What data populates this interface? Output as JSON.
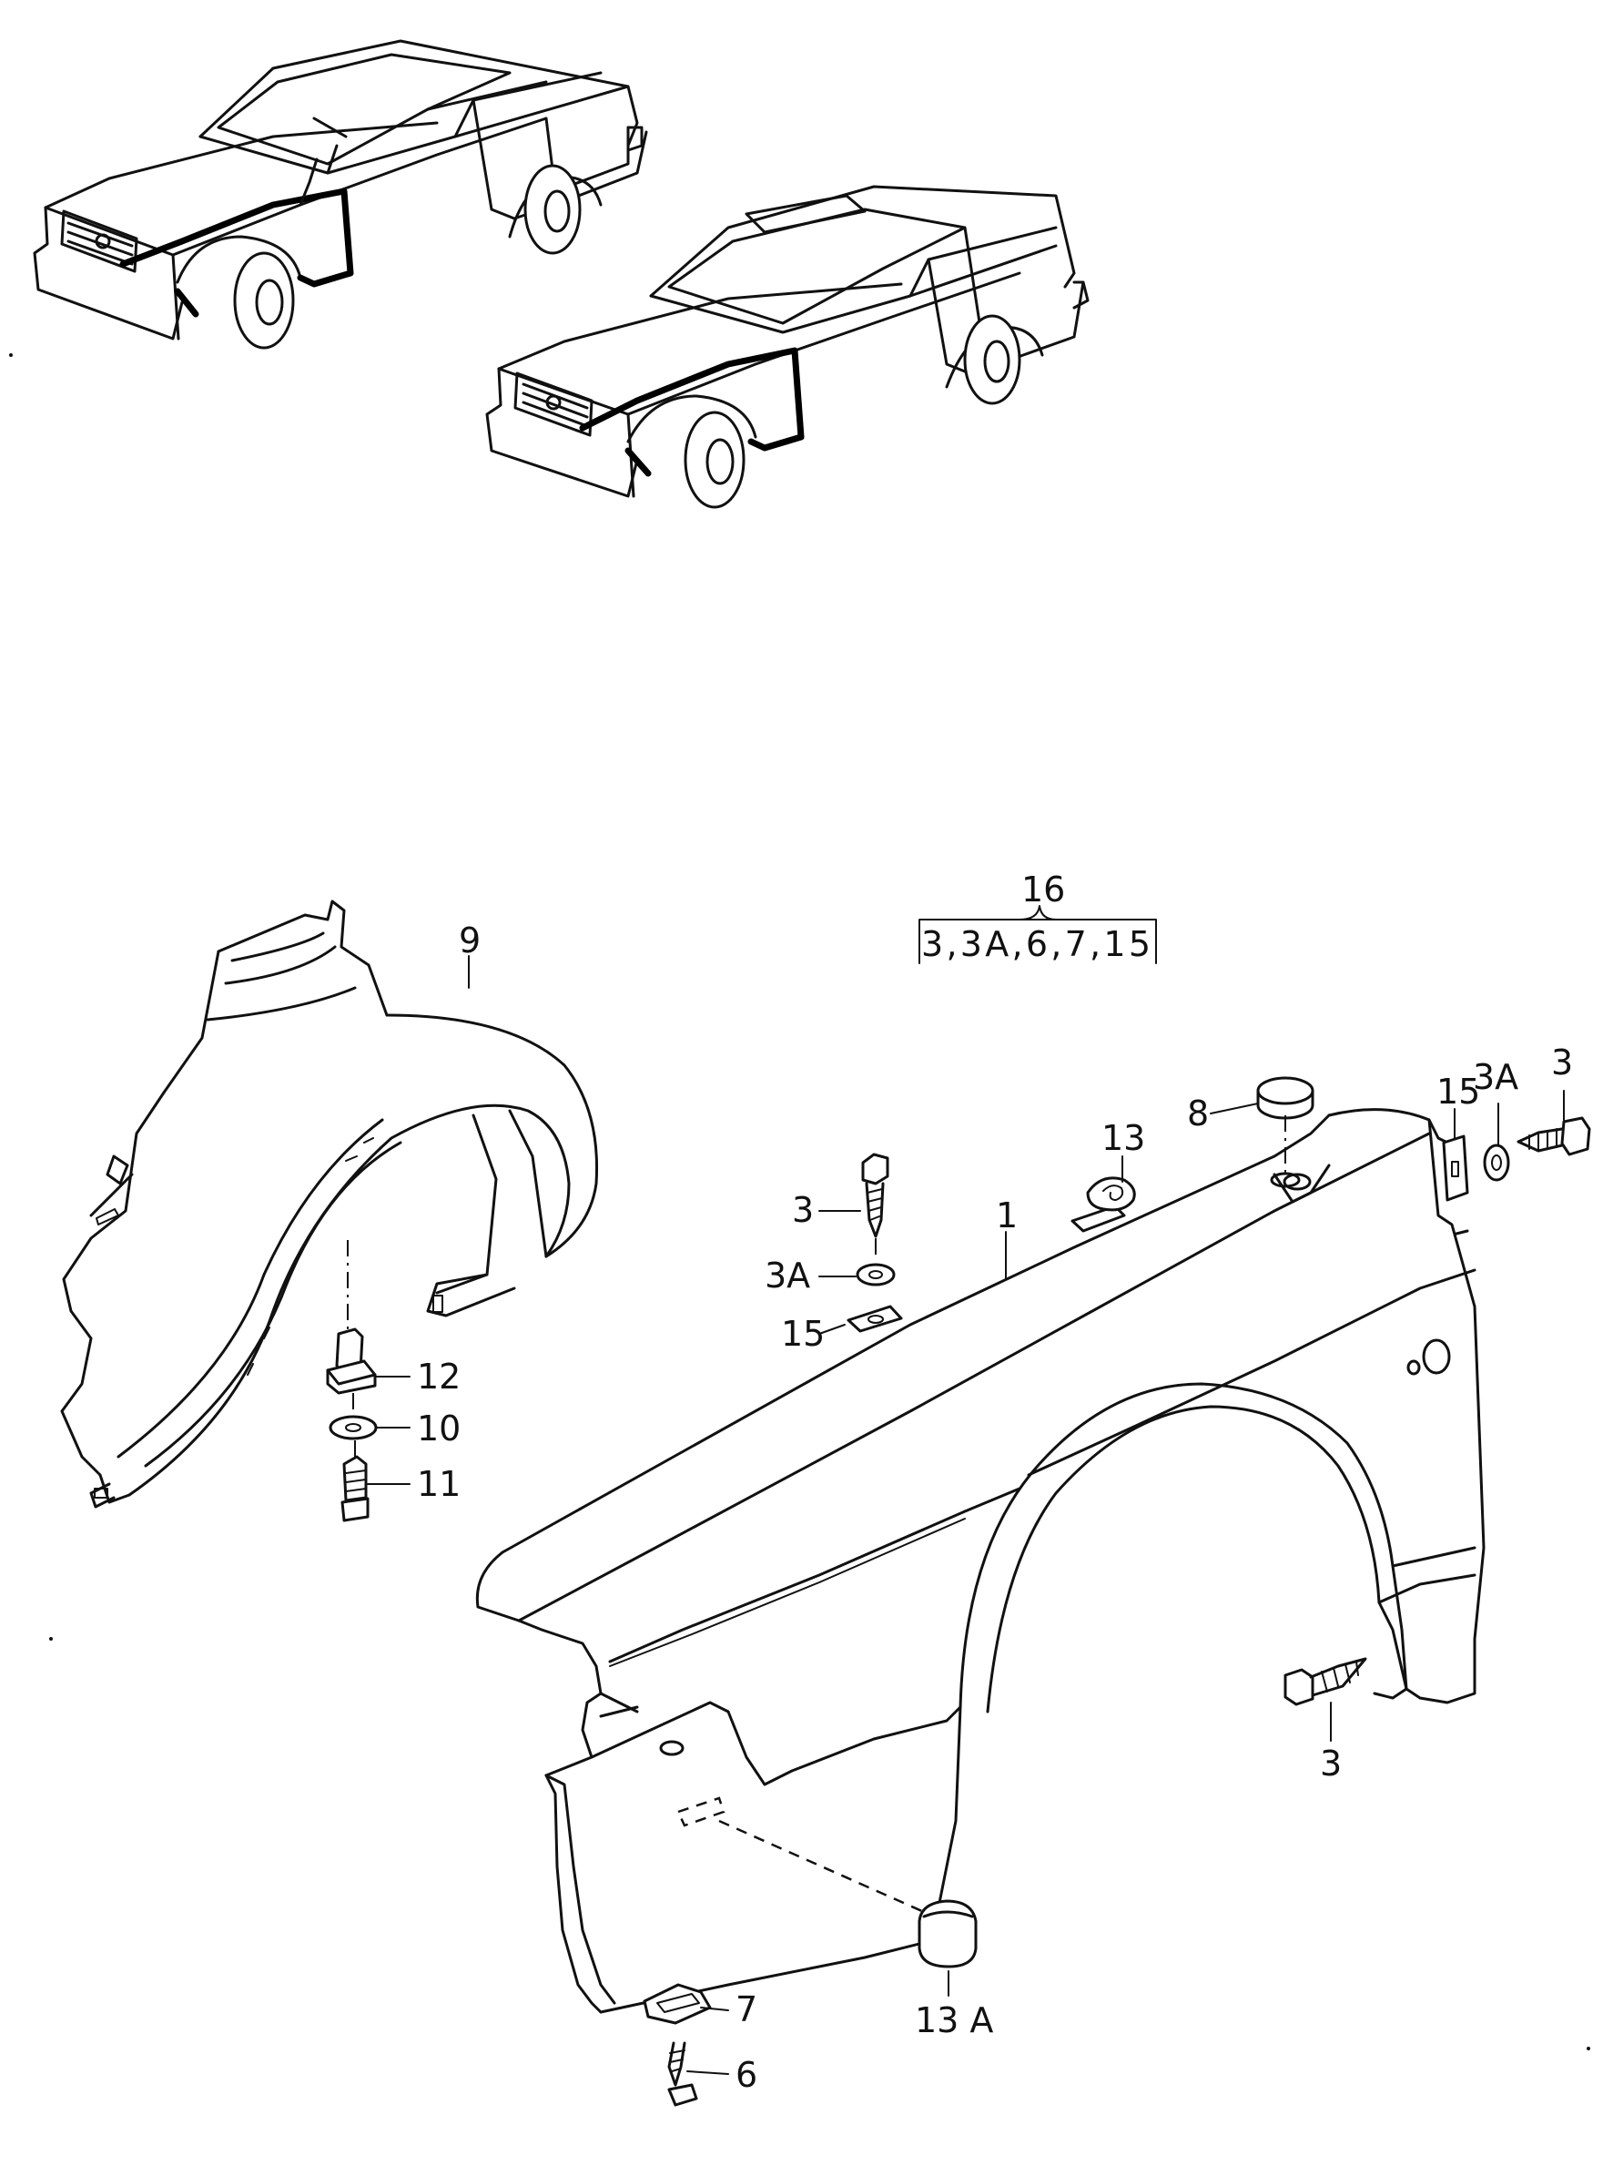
{
  "labels": {
    "p1": "1",
    "p3_top": "3",
    "p3a_top": "3A",
    "p15_top": "15",
    "p3_right": "3",
    "p3a_right": "3A",
    "p15_right": "15",
    "p3_bottom": "3",
    "p6": "6",
    "p7": "7",
    "p8": "8",
    "p9": "9",
    "p10": "10",
    "p11": "11",
    "p12": "12",
    "p13": "13",
    "p13a": "13 A",
    "p16": "16",
    "p16_kit": "3,3A,6,7,15"
  }
}
